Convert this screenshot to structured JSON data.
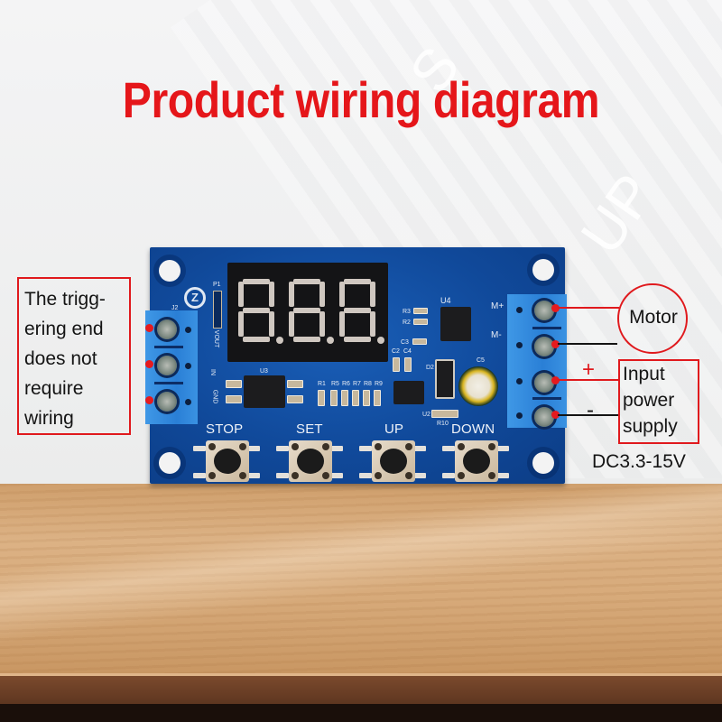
{
  "title": "Product wiring diagram",
  "colors": {
    "accent_red": "#e5161a",
    "board_blue": "#10499a",
    "terminal_blue": "#2a7fd6",
    "annotation_text": "#141414"
  },
  "left_note": {
    "lines": [
      "The trigg-",
      "ering end",
      "does not",
      "require",
      "wiring"
    ]
  },
  "right_labels": {
    "motor": "Motor",
    "input_power": [
      "Input",
      "power",
      "supply"
    ],
    "plus_sign": "+",
    "minus_sign": "-",
    "voltage_range": "DC3.3-15V"
  },
  "board": {
    "display_digits": [
      "8.",
      "8.",
      "8."
    ],
    "buttons": [
      {
        "label": "STOP"
      },
      {
        "label": "SET"
      },
      {
        "label": "UP"
      },
      {
        "label": "DOWN"
      }
    ],
    "silkscreen": {
      "left_terminal": "J2",
      "header": "P1",
      "left_pins": [
        "VOUT",
        "IN",
        "GND"
      ],
      "optocoupler": "U3",
      "driver_ic": "U4",
      "motor_pins": [
        "M+",
        "M-"
      ],
      "resistors": [
        "R1",
        "R5",
        "R6",
        "R7",
        "R8",
        "R9"
      ],
      "resistors_upper": [
        "R3",
        "R2"
      ],
      "caps": [
        "C3",
        "C2",
        "C4",
        "C5"
      ],
      "diode": "D2",
      "regulator": "U2",
      "r10": "R10"
    }
  },
  "background_ghost_text": [
    "S",
    "UP"
  ]
}
